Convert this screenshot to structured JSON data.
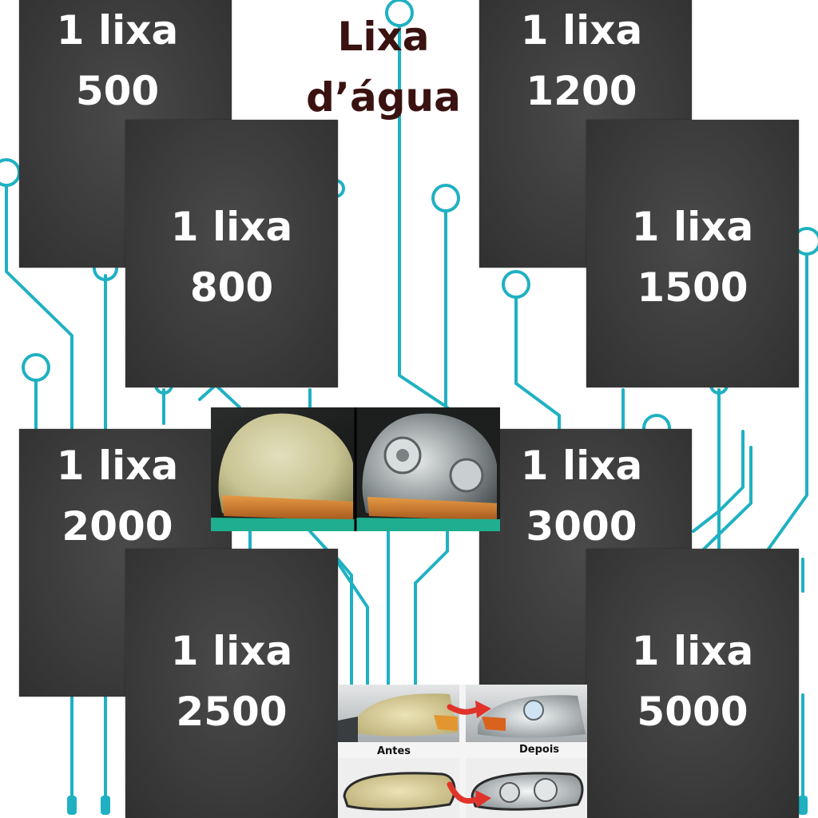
{
  "title": {
    "line1": "Lixa",
    "line2": "d’água"
  },
  "panels": [
    {
      "line1": "1 lixa",
      "line2": "500"
    },
    {
      "line1": "1 lixa",
      "line2": "800"
    },
    {
      "line1": "1 lixa",
      "line2": "1200"
    },
    {
      "line1": "1 lixa",
      "line2": "1500"
    },
    {
      "line1": "1 lixa",
      "line2": "2000"
    },
    {
      "line1": "1 lixa",
      "line2": "2500"
    },
    {
      "line1": "1 lixa",
      "line2": "3000"
    },
    {
      "line1": "1 lixa",
      "line2": "5000"
    }
  ],
  "comparison": {
    "before_label": "Antes",
    "after_label": "Depois"
  },
  "colors": {
    "circuit": "#1fb1c2",
    "panel": "#3e3e3e",
    "title": "#3a1210",
    "arrow": "#e0332a"
  }
}
